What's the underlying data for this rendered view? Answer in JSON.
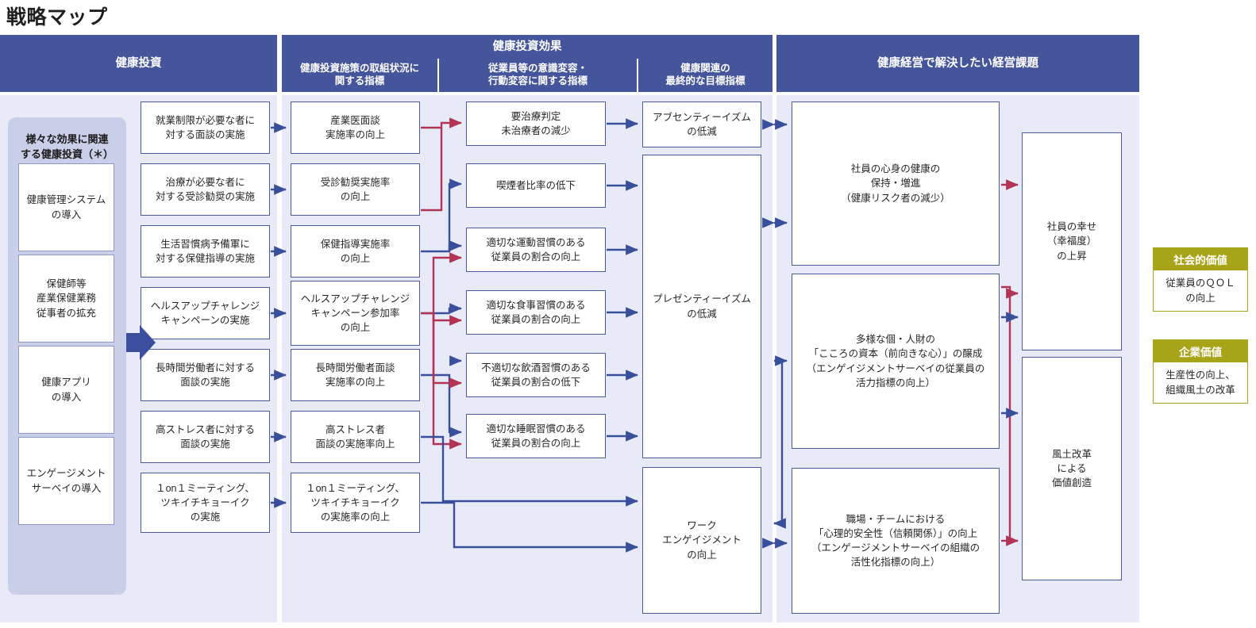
{
  "page": {
    "title": "戦略マップ"
  },
  "colors": {
    "header_blue": "#45559c",
    "panel_bg": "#e8ebf7",
    "group_bg": "#c9cfe8",
    "box_border": "#4a5a9e",
    "arrow_blue": "#3a4f9b",
    "arrow_red": "#b33355",
    "badge_olive": "#a8a419"
  },
  "headers": {
    "investment": "健康投資",
    "effect_group": "健康投資効果",
    "effect_sub": [
      "健康投資施策の取組状況に\n関する指標",
      "従業員等の意識変容・\n行動変容に関する指標",
      "健康関連の\n最終的な目標指標"
    ],
    "management": "健康経営で解決したい経営課題"
  },
  "investment_group": {
    "title": "様々な効果に関連\nする健康投資（＊）",
    "items": [
      "健康管理システム\nの導入",
      "保健師等\n産業保健業務\n従事者の拡充",
      "健康アプリ\nの導入",
      "エンゲージメント\nサーベイの導入"
    ]
  },
  "measures": [
    "就業制限が必要な者に\n対する面談の実施",
    "治療が必要な者に\n対する受診勧奨の実施",
    "生活習慣病予備軍に\n対する保健指導の実施",
    "ヘルスアップチャレンジ\nキャンペーンの実施",
    "長時間労働者に対する\n面談の実施",
    "高ストレス者に対する\n面談の実施",
    "１on１ミーティング、\nツキイチキョーイク\nの実施"
  ],
  "measure_indicators": [
    "産業医面談\n実施率の向上",
    "受診勧奨実施率\nの向上",
    "保健指導実施率\nの向上",
    "ヘルスアップチャレンジ\nキャンペーン参加率\nの向上",
    "長時間労働者面談\n実施率の向上",
    "高ストレス者\n面談の実施率向上",
    "１on１ミーティング、\nツキイチキョーイク\nの実施率の向上"
  ],
  "behavior_indicators": [
    "要治療判定\n未治療者の減少",
    "喫煙者比率の低下",
    "適切な運動習慣のある\n従業員の割合の向上",
    "適切な食事習慣のある\n従業員の割合の向上",
    "不適切な飲酒習慣のある\n従業員の割合の低下",
    "適切な睡眠習慣のある\n従業員の割合の向上"
  ],
  "final_goals": [
    "アブセンティーイズム\nの低減",
    "プレゼンティーイズム\nの低減",
    "ワーク\nエンゲイジメント\nの向上"
  ],
  "management_issues": [
    "社員の心身の健康の\n保持・増進\n（健康リスク者の減少）",
    "多様な個・人財の\n「こころの資本（前向きな心）」の醸成\n（エンゲイジメントサーベイの従業員の\n活力指標の向上）",
    "職場・チームにおける\n「心理的安全性（信頼関係）」の向上\n（エンゲージメントサーベイの組織の\n活性化指標の向上）"
  ],
  "outcomes": [
    "社員の幸せ\n（幸福度）\nの上昇",
    "風土改革\nによる\n価値創造"
  ],
  "value_badges": [
    {
      "head": "社会的価値",
      "body": "従業員のＱＯＬ\nの向上"
    },
    {
      "head": "企業価値",
      "body": "生産性の向上、\n組織風土の改革"
    }
  ]
}
